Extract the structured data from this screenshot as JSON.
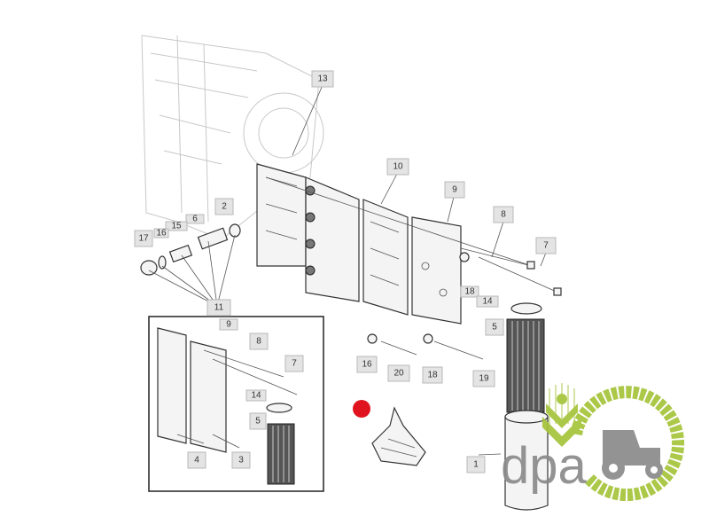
{
  "diagram": {
    "labels": {
      "l13": "13",
      "l10": "10",
      "l9": "9",
      "l8": "8",
      "l7": "7",
      "l2": "2",
      "l6": "6",
      "l15": "15",
      "l16a": "16",
      "l17": "17",
      "l11": "11",
      "l18a": "18",
      "l14": "14",
      "l5": "5",
      "l16b": "16",
      "l20": "20",
      "l18b": "18",
      "l19": "19",
      "l1": "1"
    },
    "inset_labels": {
      "i9": "9",
      "i8": "8",
      "i7": "7",
      "i14": "14",
      "i5": "5",
      "i4": "4",
      "i3": "3"
    }
  },
  "logo": {
    "text": "dpa",
    "green": "#a6c43a",
    "gray": "#8a8a8a"
  },
  "marker_color": "#e0141e"
}
